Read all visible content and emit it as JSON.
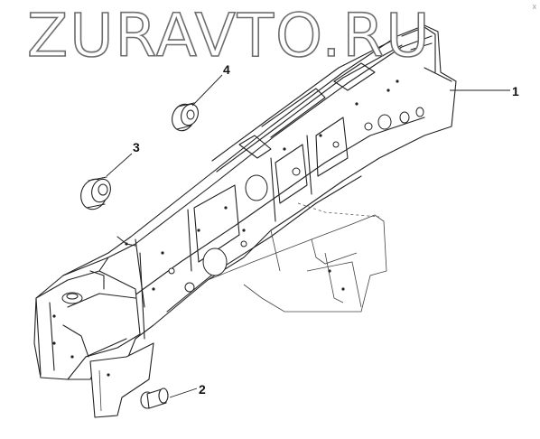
{
  "watermark": {
    "text": "ZURAVTO.RU"
  },
  "corner_mark": {
    "text": "x"
  },
  "callouts": [
    {
      "id": "1",
      "label": "1"
    },
    {
      "id": "2",
      "label": "2"
    },
    {
      "id": "3",
      "label": "3"
    },
    {
      "id": "4",
      "label": "4"
    }
  ]
}
